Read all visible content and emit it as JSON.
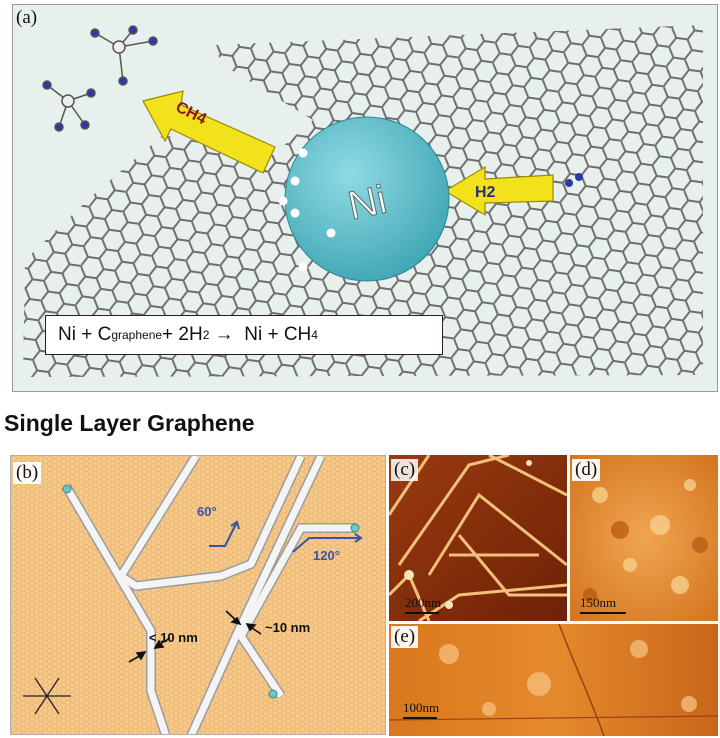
{
  "panel_a": {
    "label": "(a)",
    "ni_label": "Ni",
    "ch4_label": "CH4",
    "h2_label": "H2",
    "equation": {
      "p1": "Ni + C",
      "sub1": "graphene",
      "p2": " + 2H",
      "sub2": "2",
      "p3": " →  Ni + CH",
      "sub3": "4"
    }
  },
  "heading": "Single Layer Graphene",
  "panel_b": {
    "label": "(b)",
    "angle1": "60°",
    "angle2": "120°",
    "width1": "< 10 nm",
    "width2": "~10 nm"
  },
  "panel_c": {
    "label": "(c)",
    "scale": "200nm"
  },
  "panel_d": {
    "label": "(d)",
    "scale": "150nm"
  },
  "panel_e": {
    "label": "(e)",
    "scale": "100nm"
  },
  "colors": {
    "ni_particle": "#4bb3c0",
    "arrow_yellow": "#f2e21c",
    "graphene_fill": "#f6c98a",
    "trench": "#f4f4f4",
    "angle_blue": "#3a52a8"
  }
}
